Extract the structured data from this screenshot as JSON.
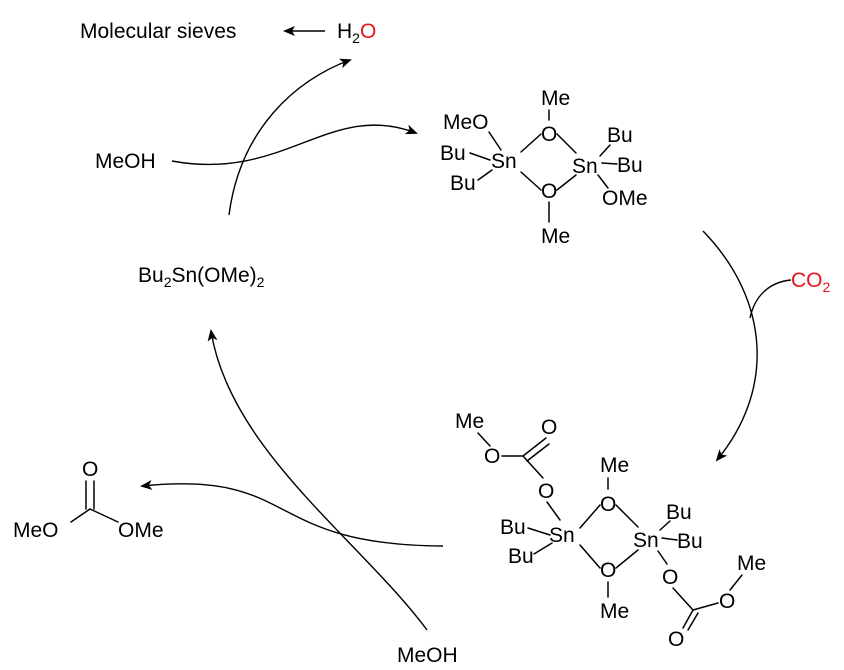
{
  "colors": {
    "ink": "#000000",
    "highlight": "#e8141b"
  },
  "top": {
    "sieves": "Molecular sieves",
    "water_h": "H",
    "water_sub": "2",
    "water_o": "O"
  },
  "left": {
    "methanol": "MeOH"
  },
  "bottom": {
    "methanol": "MeOH"
  },
  "right": {
    "co2_c": "CO",
    "co2_sub": "2"
  },
  "catalyst": {
    "p1": "Bu",
    "s1": "2",
    "p2": "Sn(OMe)",
    "s2": "2"
  },
  "dimer": {
    "meo": "MeO",
    "bu1": "Bu",
    "bu2": "Bu",
    "sn1": "Sn",
    "o_top": "O",
    "me_top": "Me",
    "o_bot": "O",
    "me_bot": "Me",
    "sn2": "Sn",
    "bu3": "Bu",
    "bu4": "Bu",
    "ome": "OMe"
  },
  "carbonate_dimer": {
    "me_a": "Me",
    "o_a": "O",
    "o_dbl_a": "O",
    "o_link_a": "O",
    "bu1": "Bu",
    "bu2": "Bu",
    "sn1": "Sn",
    "o_top": "O",
    "me_top": "Me",
    "o_bot": "O",
    "me_bot": "Me",
    "sn2": "Sn",
    "bu3": "Bu",
    "bu4": "Bu",
    "o_link_b": "O",
    "o_b": "O",
    "me_b": "Me",
    "o_dbl_b": "O"
  },
  "dmc": {
    "o_dbl": "O",
    "meo": "MeO",
    "ome": "OMe"
  }
}
